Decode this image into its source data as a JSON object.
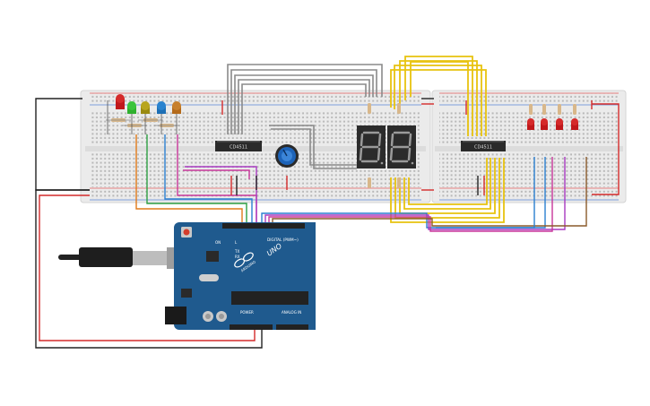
{
  "breadboard_left": {
    "ic_label": "CD4511"
  },
  "breadboard_right": {
    "ic_label": "CD4511"
  },
  "arduino": {
    "model": "UNO",
    "brand": "ARDUINO",
    "digital_header_label": "DIGITAL (PWM~)",
    "power_label": "POWER",
    "analog_label": "ANALOG IN",
    "tx_label": "TX",
    "rx_label": "RX",
    "l_label": "L",
    "on_label": "ON"
  },
  "colors": {
    "arduino_board": "#1f5a8e",
    "breadboard": "#ebebeb",
    "wire_red": "#d42a2a",
    "wire_black": "#222222",
    "wire_gray": "#8a8a8a",
    "wire_yellow": "#e8c30f",
    "wire_green": "#2ea043",
    "wire_blue": "#2a7fd0",
    "wire_orange": "#e07b1a",
    "wire_purple": "#a83ac0",
    "wire_magenta": "#c8379a",
    "wire_brown": "#8a5a2b",
    "led_red": "#c0181b",
    "led_green": "#2fb02f",
    "led_yellow": "#9a8a10",
    "led_blue": "#1d6fb5",
    "led_orange": "#b46a1a",
    "potentiometer": "#1d63b8"
  }
}
